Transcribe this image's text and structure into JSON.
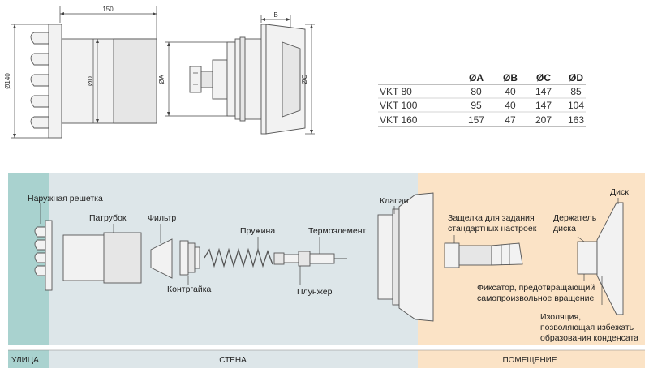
{
  "drawing": {
    "dim_150": "150",
    "dim_140": "Ø140",
    "dim_D": "ØD",
    "dim_A": "ØA",
    "dim_B": "B",
    "dim_C": "ØC"
  },
  "table": {
    "headers": [
      "",
      "ØA",
      "ØB",
      "ØC",
      "ØD"
    ],
    "rows": [
      [
        "VKT  80",
        "80",
        "40",
        "147",
        "85"
      ],
      [
        "VKT  100",
        "95",
        "40",
        "147",
        "104"
      ],
      [
        "VKT  160",
        "157",
        "47",
        "207",
        "163"
      ]
    ]
  },
  "labels": {
    "grille": "Наружная решетка",
    "spigot": "Патрубок",
    "filter": "Фильтр",
    "locknut": "Контргайка",
    "spring": "Пружина",
    "thermo": "Термоэлемент",
    "plunger": "Плунжер",
    "valve": "Клапан",
    "latch_1": "Защелка для задания",
    "latch_2": "стандартных настроек",
    "holder_1": "Держатель",
    "holder_2": "диска",
    "disc": "Диск",
    "fixator_1": "Фиксатор, предотвращающий",
    "fixator_2": "самопроизвольное вращение",
    "insul_1": "Изоляция,",
    "insul_2": "позволяющая избежать",
    "insul_3": "образования конденсата"
  },
  "zones": {
    "street": "УЛИЦА",
    "wall": "СТЕНА",
    "room": "ПОМЕЩЕНИЕ"
  },
  "colors": {
    "street_bg": "#a9d2cf",
    "wall_bg": "#dde6e9",
    "room_bg": "#fbe3c6",
    "footer_street": "#a9d2cf",
    "footer_wall": "#dde6e9",
    "footer_room": "#fbe3c6"
  }
}
